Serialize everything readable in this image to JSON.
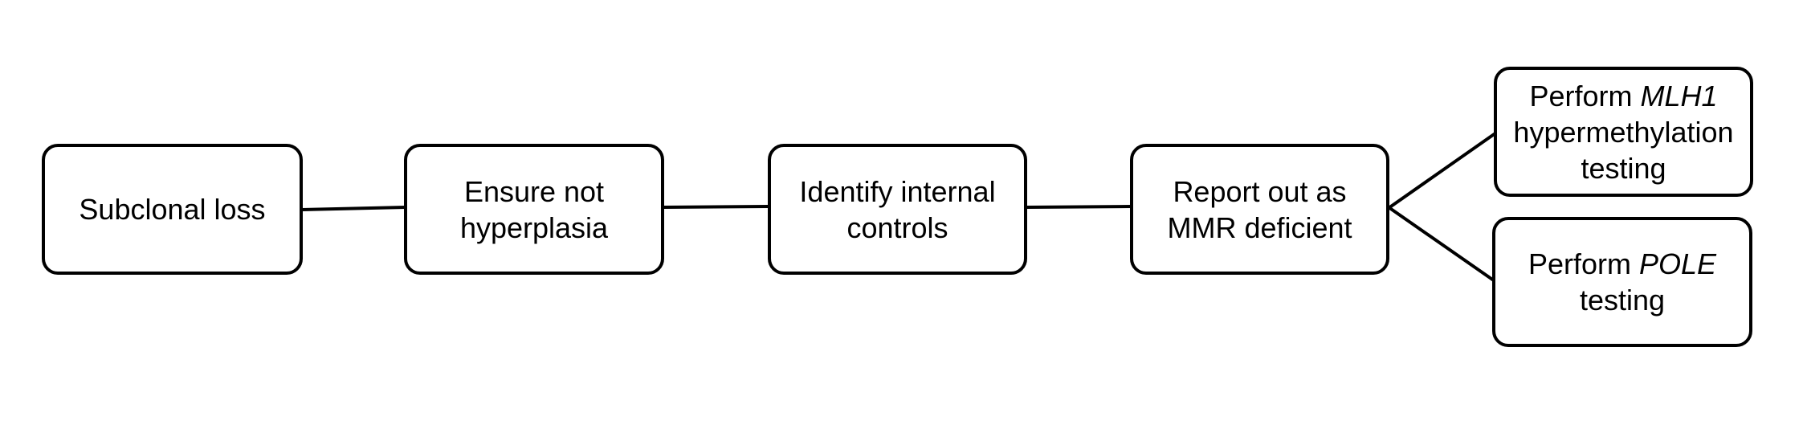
{
  "diagram": {
    "background_color": "#ffffff",
    "stroke_color": "#000000",
    "text_color": "#000000",
    "nodes": [
      {
        "id": "subclonal-loss",
        "lines": [
          [
            {
              "text": "Subclonal loss"
            }
          ]
        ]
      },
      {
        "id": "ensure-not-hyperplasia",
        "lines": [
          [
            {
              "text": "Ensure not"
            }
          ],
          [
            {
              "text": "hyperplasia"
            }
          ]
        ]
      },
      {
        "id": "identify-internal-controls",
        "lines": [
          [
            {
              "text": "Identify internal"
            }
          ],
          [
            {
              "text": "controls"
            }
          ]
        ]
      },
      {
        "id": "report-out-as-mmr-deficient",
        "lines": [
          [
            {
              "text": "Report out as"
            }
          ],
          [
            {
              "text": "MMR deficient"
            }
          ]
        ]
      },
      {
        "id": "perform-mlh1-hypermethylation-testing",
        "lines": [
          [
            {
              "text": "Perform "
            },
            {
              "text": "MLH1",
              "italic": true
            }
          ],
          [
            {
              "text": "hypermethylation"
            }
          ],
          [
            {
              "text": "testing"
            }
          ]
        ]
      },
      {
        "id": "perform-pole-testing",
        "lines": [
          [
            {
              "text": "Perform "
            },
            {
              "text": "POLE",
              "italic": true
            }
          ],
          [
            {
              "text": "testing"
            }
          ]
        ]
      }
    ],
    "edges": [
      {
        "from": "subclonal-loss",
        "to": "ensure-not-hyperplasia"
      },
      {
        "from": "ensure-not-hyperplasia",
        "to": "identify-internal-controls"
      },
      {
        "from": "identify-internal-controls",
        "to": "report-out-as-mmr-deficient"
      },
      {
        "from": "report-out-as-mmr-deficient",
        "to": "perform-mlh1-hypermethylation-testing"
      },
      {
        "from": "report-out-as-mmr-deficient",
        "to": "perform-pole-testing"
      }
    ]
  }
}
